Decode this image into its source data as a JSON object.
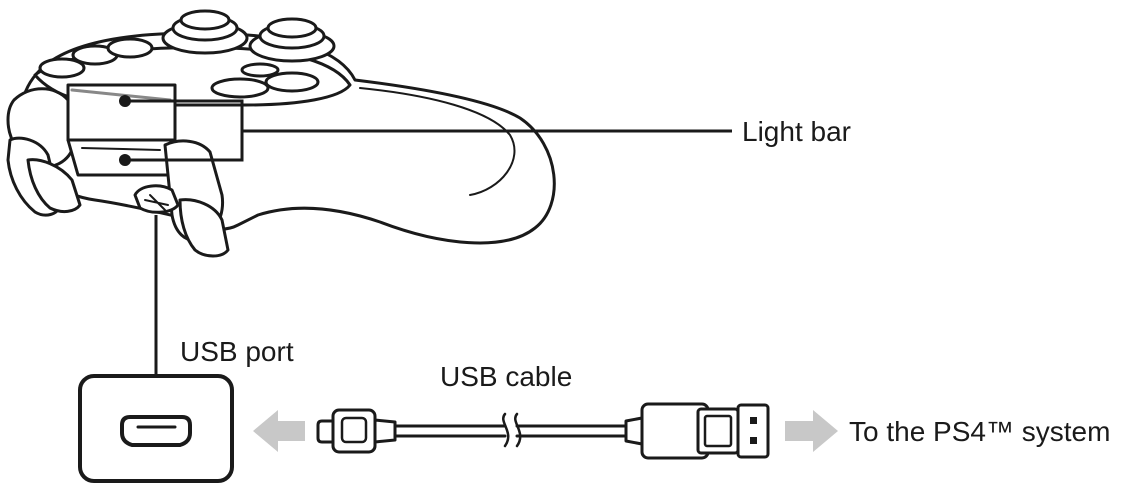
{
  "labels": {
    "light_bar": "Light bar",
    "usb_port": "USB port",
    "usb_cable": "USB cable",
    "to_system": "To the PS4™ system"
  },
  "colors": {
    "line": "#1a1a1a",
    "arrow": "#c8c8c8",
    "background": "#ffffff"
  }
}
